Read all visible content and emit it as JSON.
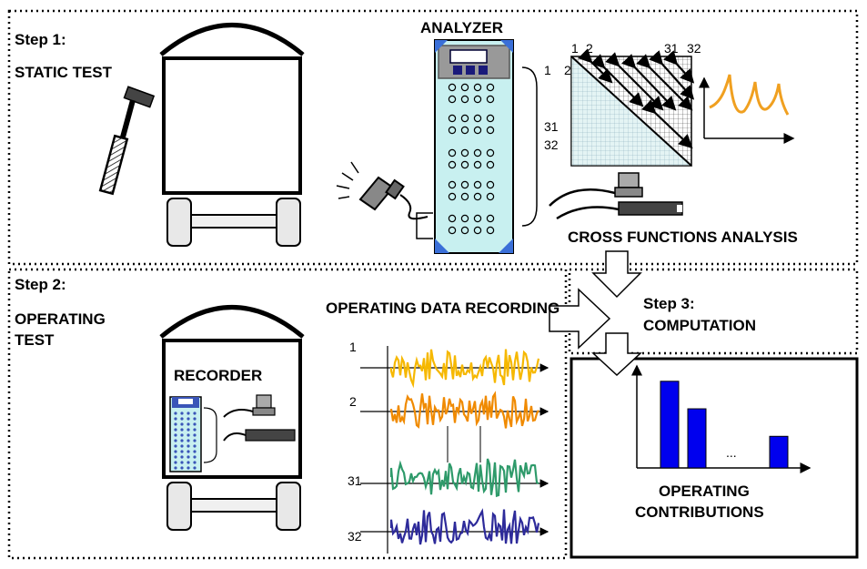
{
  "step1": {
    "title": "Step 1:",
    "name": "STATIC TEST"
  },
  "step2": {
    "title": "Step 2:",
    "name_line1": "OPERATING",
    "name_line2": "TEST"
  },
  "step3": {
    "title": "Step 3:",
    "name": "COMPUTATION"
  },
  "analyzer": {
    "label": "ANALYZER"
  },
  "recorder": {
    "label": "RECORDER"
  },
  "cross_functions": {
    "label": "CROSS FUNCTIONS ANALYSIS"
  },
  "operating_data": {
    "label": "OPERATING DATA RECORDING"
  },
  "operating_contributions": {
    "line1": "OPERATING",
    "line2": "CONTRIBUTIONS"
  },
  "channels": {
    "top": [
      "1",
      "2",
      "31",
      "32"
    ],
    "side": [
      "1",
      "2",
      "31",
      "32"
    ],
    "signals": [
      "1",
      "2",
      "31",
      "32"
    ]
  },
  "ellipsis": "...",
  "colors": {
    "signal_yellow": "#f6b800",
    "signal_orange": "#f08a00",
    "signal_green": "#2e9a6a",
    "signal_blue": "#2d2a9a",
    "bar_blue": "#0000ee",
    "frf_curve": "#f0a020",
    "analyzer_panel": "#c8f0f0",
    "analyzer_corner": "#3a6fd8"
  },
  "chart_data": {
    "type": "bar",
    "values": [
      85,
      58,
      31
    ],
    "categories": [
      "",
      "",
      ""
    ]
  }
}
